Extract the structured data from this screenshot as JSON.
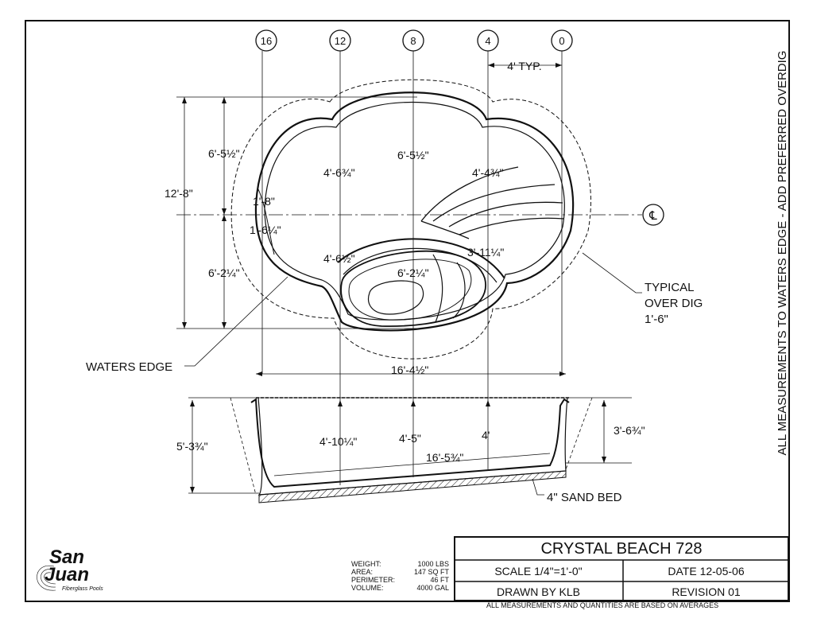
{
  "grid_markers": [
    "16",
    "12",
    "8",
    "4",
    "0"
  ],
  "centerline_symbol": "℄",
  "plan_dims": {
    "typ_spacing": "4' TYP.",
    "left_upper_height": "6'-5½\"",
    "overall_length": "12'-8\"",
    "left_lower_height": "6'-2¼\"",
    "lobe_left_upper": "4'-6¾\"",
    "lobe_center_upper": "6'-5½\"",
    "lobe_right_upper": "4'-4¾\"",
    "step_upper": "1'-8\"",
    "step_lower": "1'-6¼\"",
    "lobe_left_lower": "4'-6½\"",
    "seat_center": "6'-2¼\"",
    "bench_right": "3'-11¼\"",
    "overall_width": "16'-4½\""
  },
  "callouts": {
    "typical_over_dig": [
      "TYPICAL",
      "OVER DIG",
      "1'-6\""
    ],
    "waters_edge": "WATERS EDGE",
    "sand_bed": "4\" SAND BED"
  },
  "section_dims": {
    "left_depth": "5'-3¾\"",
    "depth_12": "4'-10¼\"",
    "depth_8": "4'-5\"",
    "depth_4": "4'",
    "slope_length": "16'-5¾\"",
    "right_depth": "3'-6¾\""
  },
  "side_note": "ALL MEASUREMENTS TO WATERS EDGE - ADD PREFERRED OVERDIG",
  "logo": {
    "line1": "San",
    "line2": "Juan",
    "tagline": "Fiberglass Pools"
  },
  "specs": [
    {
      "label": "WEIGHT:",
      "value": "1000 LBS"
    },
    {
      "label": "AREA:",
      "value": "147 SQ FT"
    },
    {
      "label": "PERIMETER:",
      "value": "46 FT"
    },
    {
      "label": "VOLUME:",
      "value": "4000 GAL"
    }
  ],
  "title_block": {
    "title": "CRYSTAL BEACH 728",
    "scale": "SCALE 1/4\"=1'-0\"",
    "date": "DATE 12-05-06",
    "drawn_by": "DRAWN BY KLB",
    "revision": "REVISION 01"
  },
  "footer_note": "ALL MEASUREMENTS AND QUANTITIES ARE BASED ON AVERAGES"
}
